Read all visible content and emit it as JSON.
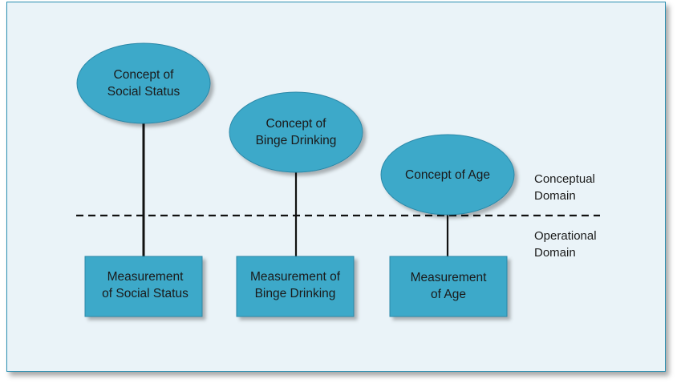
{
  "colors": {
    "panel_bg": "#eaf3f8",
    "panel_border": "#2a8fb2",
    "shape_fill": "#3ea9c9",
    "shape_edge": "#2a88a8",
    "line": "#111111"
  },
  "concepts": [
    {
      "label": "Concept of\nSocial Status"
    },
    {
      "label": "Concept of\nBinge Drinking"
    },
    {
      "label": "Concept of Age"
    }
  ],
  "measurements": [
    {
      "label": "Measurement\nof Social Status"
    },
    {
      "label": "Measurement of\nBinge Drinking"
    },
    {
      "label": "Measurement\nof Age"
    }
  ],
  "domains": {
    "conceptual": "Conceptual\nDomain",
    "operational": "Operational\nDomain"
  }
}
